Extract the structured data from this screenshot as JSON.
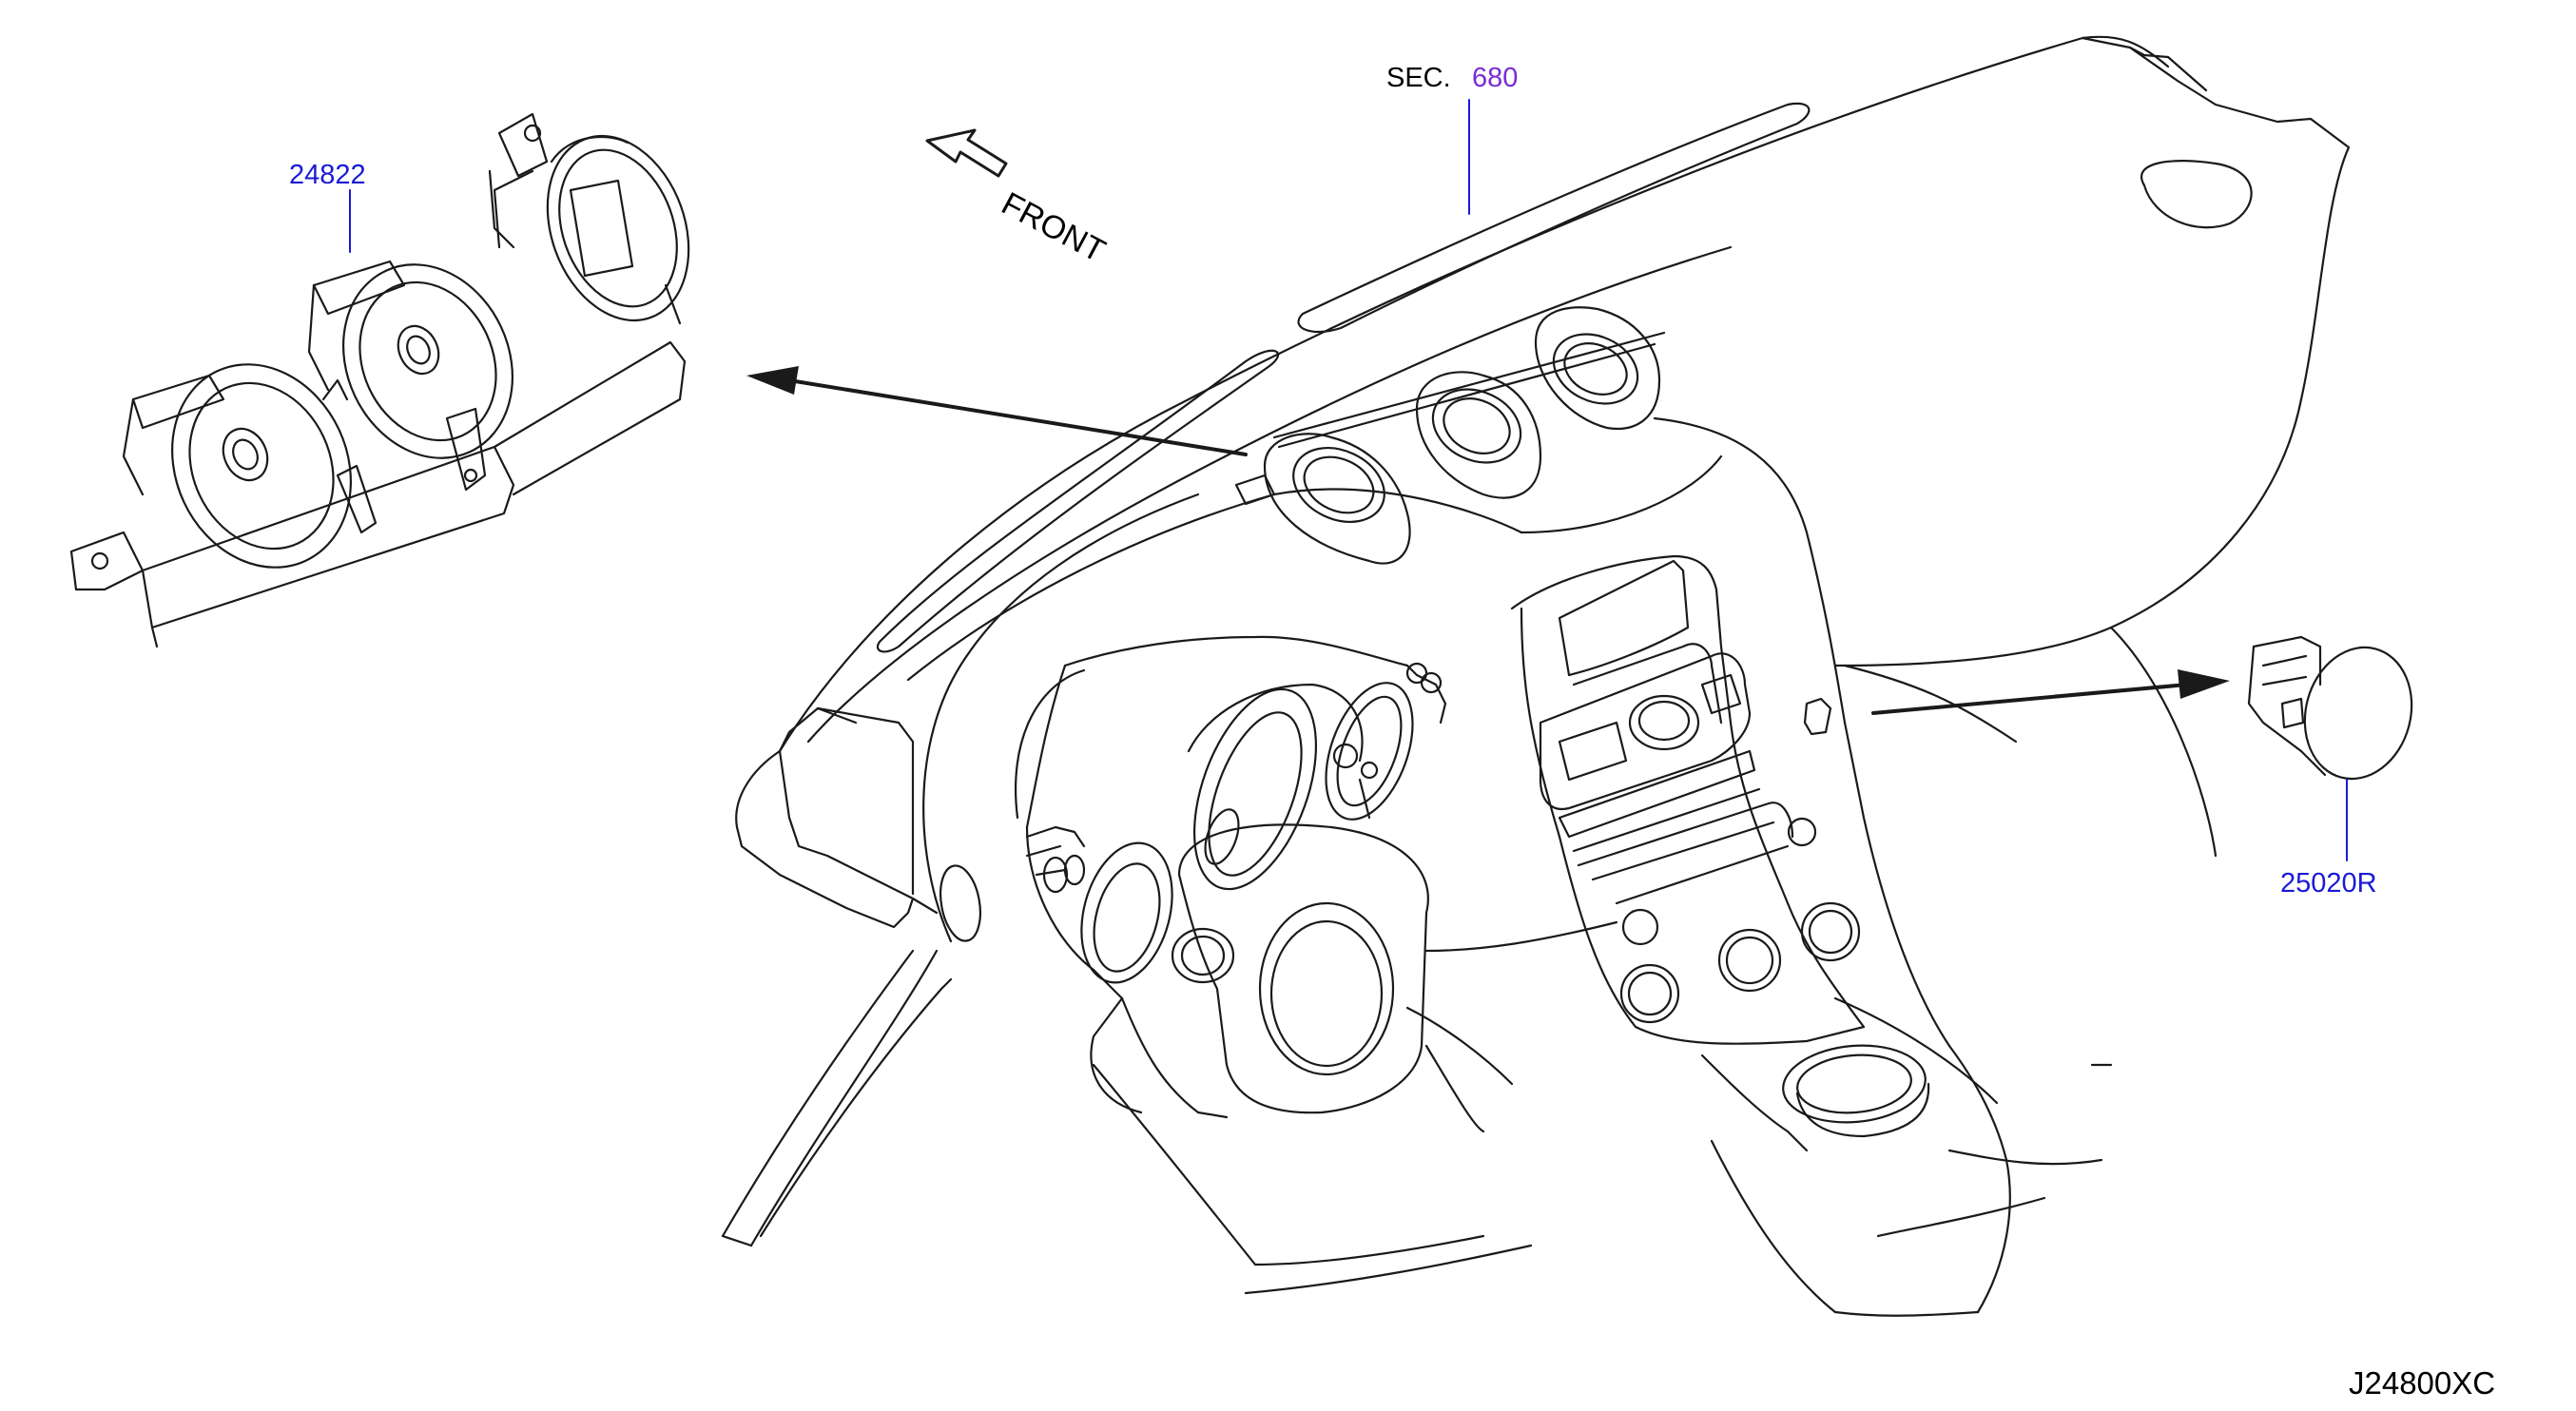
{
  "diagram_code": "J24800XC",
  "direction_label": "FRONT",
  "section_ref": {
    "prefix": "SEC.",
    "number": "680"
  },
  "parts": [
    {
      "part_number": "24822"
    },
    {
      "part_number": "25020R"
    }
  ],
  "colors": {
    "part_link": "#1a1ad6",
    "section_link": "#7a2bd6",
    "line": "#1a1a1a",
    "leader": "#1a1ad6",
    "background": "#ffffff"
  },
  "icons": [
    "front-arrow-icon",
    "pointer-arrow-icon"
  ]
}
